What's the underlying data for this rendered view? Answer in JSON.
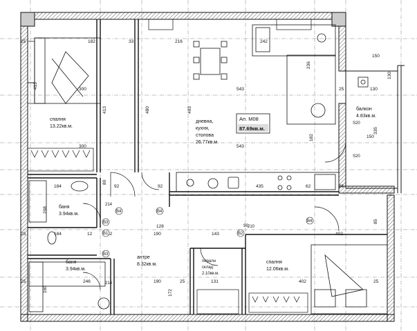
{
  "apartment": {
    "title": "Ап. М08",
    "area": "87.69кв.м."
  },
  "rooms": {
    "bedroom1": {
      "name": "спалня",
      "area": "13.22кв.м."
    },
    "living": {
      "name1": "дневна,",
      "name2": "кухня,",
      "name3": "столова",
      "area": "26.77кв.м."
    },
    "balcony": {
      "name": "балкон",
      "area": "4.83кв.м."
    },
    "bath1": {
      "name": "баня",
      "area": "3.94кв.м."
    },
    "bath2": {
      "name": "баня",
      "area": "3.94кв.м."
    },
    "entry": {
      "name": "антре",
      "area": "8.32кв.м."
    },
    "laundry": {
      "name1": "пералн",
      "name2": "склад",
      "area": "2.10кв.м."
    },
    "bedroom2": {
      "name": "спалня",
      "area": "12.06кв.м."
    }
  },
  "dims": {
    "top_182": "182",
    "top_33": "33",
    "top_216": "216",
    "top_242": "242",
    "top_150": "150",
    "left_413a": "413",
    "left_413b": "413",
    "bed_300a": "300",
    "bed_300b": "300",
    "mid_480": "480",
    "mid_493": "493",
    "mid_543a": "543",
    "mid_543b": "543",
    "sofa_236": "236",
    "sofa_182": "182",
    "bal_130a": "130",
    "bal_130b": "130",
    "bal_335": "335",
    "bal_150": "150",
    "kit_435": "435",
    "kit_62": "62",
    "b_184a": "184",
    "b_184b": "184",
    "b_208": "208",
    "b_92a": "92",
    "b_92b": "92",
    "b_80": "80",
    "b_12": "12",
    "b_62": "62",
    "b_190a": "190",
    "b_190b": "190",
    "b_128": "128",
    "b_143": "143",
    "b_402a": "402",
    "b_402b": "402",
    "b_246": "246",
    "b_160": "160",
    "b_172": "172",
    "b_131": "131",
    "b_90": "90",
    "b_85": "85",
    "w_25a": "25",
    "w_25b": "25",
    "w_25c": "25",
    "w_25d": "25",
    "w_25e": "25",
    "w_25f": "25",
    "w_25g": "25"
  },
  "tags": {
    "b4a": "B4",
    "b4b": "B4",
    "b3a": "B3",
    "b3b": "B3",
    "b1": "B1",
    "b4c": "B4",
    "b2": "B2",
    "h214a": "214",
    "h214b": "214",
    "h210": "210",
    "s320a": "S20",
    "s320b": "S20"
  },
  "colors": {
    "line": "#111111",
    "grid": "#555555",
    "hatch": "#222222"
  }
}
